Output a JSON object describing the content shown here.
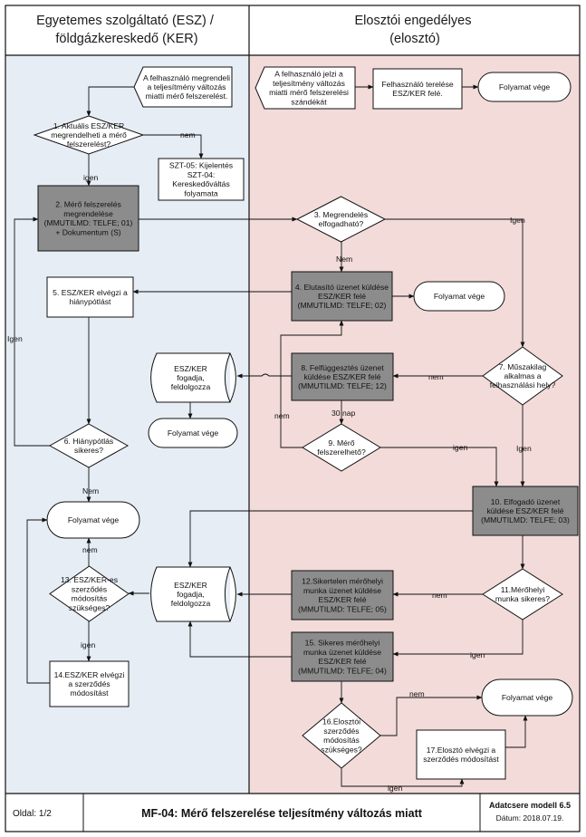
{
  "colors": {
    "lane_left": "#e6edf5",
    "lane_right": "#f2dbd9",
    "shaded_node": "#8c8c8c",
    "line": "#111111"
  },
  "header": {
    "left_title": [
      "Egyetemes szolgáltató (ESZ) /",
      "földgázkereskedő (KER)"
    ],
    "right_title": [
      "Elosztói engedélyes",
      "(elosztó)"
    ]
  },
  "nodes": [
    {
      "id": "start_left",
      "shape": "pentagon",
      "lines": [
        "A felhasználó megrendeli",
        "a teljesítmény változás",
        "miatti mérő felszerelést."
      ]
    },
    {
      "id": "start_right",
      "shape": "pentagon",
      "lines": [
        "A felhasználó jelzi a",
        "teljesítmény változás",
        "miatti mérő felszerelési",
        "szándékát"
      ]
    },
    {
      "id": "redirect",
      "shape": "rect",
      "lines": [
        "Felhasználó terelése",
        "ESZ/KER felé."
      ]
    },
    {
      "id": "end_top",
      "shape": "terminal",
      "lines": [
        "Folyamat vége"
      ]
    },
    {
      "id": "d1",
      "shape": "diamond",
      "lines": [
        "1. Aktuális ESZ/KER",
        "megrendelheti a mérő",
        "felszerelést?"
      ]
    },
    {
      "id": "szt",
      "shape": "rect",
      "lines": [
        "SZT-05: Kijelentés",
        "SZT-04:",
        "Kereskedőváltás",
        "folyamata"
      ]
    },
    {
      "id": "n2",
      "shape": "rect_shaded",
      "lines": [
        "2. Mérő felszerelés",
        "megrendelése",
        "(MMUTILMD: TELFE; 01)",
        "+ Dokumentum (S)"
      ]
    },
    {
      "id": "d3",
      "shape": "diamond",
      "lines": [
        "3. Megrendelés",
        "elfogadható?"
      ]
    },
    {
      "id": "n4",
      "shape": "rect_shaded",
      "lines": [
        "4. Elutasító üzenet küldése",
        "ESZ/KER felé",
        "(MMUTILMD: TELFE; 02)"
      ]
    },
    {
      "id": "end_4",
      "shape": "terminal",
      "lines": [
        "Folyamat vége"
      ]
    },
    {
      "id": "n5",
      "shape": "rect",
      "lines": [
        "5. ESZ/KER elvégzi a",
        "hiánypótlást"
      ]
    },
    {
      "id": "store1",
      "shape": "storage",
      "lines": [
        "ESZ/KER",
        "fogadja,",
        "feldolgozza"
      ]
    },
    {
      "id": "n8",
      "shape": "rect_shaded",
      "lines": [
        "8. Felfüggesztés üzenet",
        "küldése ESZ/KER felé",
        "(MMUTILMD: TELFE; 12)"
      ]
    },
    {
      "id": "d7",
      "shape": "diamond",
      "lines": [
        "7. Műszakilag",
        "alkalmas a",
        "felhasználási hely?"
      ]
    },
    {
      "id": "end_store1",
      "shape": "terminal",
      "lines": [
        "Folyamat vége"
      ]
    },
    {
      "id": "d6",
      "shape": "diamond",
      "lines": [
        "6. Hiánypótlás",
        "sikeres?"
      ]
    },
    {
      "id": "d9",
      "shape": "diamond",
      "lines": [
        "9. Mérő",
        "felszerelhető?"
      ]
    },
    {
      "id": "n10",
      "shape": "rect_shaded",
      "lines": [
        "10. Elfogadó üzenet",
        "küldése ESZ/KER felé",
        "(MMUTILMD: TELFE; 03)"
      ]
    },
    {
      "id": "end_left",
      "shape": "terminal",
      "lines": [
        "Folyamat vége"
      ]
    },
    {
      "id": "d13",
      "shape": "diamond",
      "lines": [
        "13. ESZ/KER-es",
        "szerződés",
        "módosítás",
        "szükséges?"
      ]
    },
    {
      "id": "store2",
      "shape": "storage",
      "lines": [
        "ESZ/KER",
        "fogadja,",
        "feldolgozza"
      ]
    },
    {
      "id": "n12",
      "shape": "rect_shaded",
      "lines": [
        "12.Sikertelen mérőhelyi",
        "munka üzenet küldése",
        "ESZ/KER felé",
        "(MMUTILMD: TELFE; 05)"
      ]
    },
    {
      "id": "d11",
      "shape": "diamond",
      "lines": [
        "11.Mérőhelyi",
        "munka sikeres?"
      ]
    },
    {
      "id": "n15",
      "shape": "rect_shaded",
      "lines": [
        "15. Sikeres mérőhelyi",
        "munka üzenet küldése",
        "ESZ/KER felé",
        "(MMUTILMD: TELFE; 04)"
      ]
    },
    {
      "id": "n14",
      "shape": "rect",
      "lines": [
        "14.ESZ/KER elvégzi",
        "a szerződés",
        "módosítást"
      ]
    },
    {
      "id": "d16",
      "shape": "diamond",
      "lines": [
        "16.Elosztói",
        "szerződés",
        "módosítás",
        "szükséges?"
      ]
    },
    {
      "id": "end_right",
      "shape": "terminal",
      "lines": [
        "Folyamat vége"
      ]
    },
    {
      "id": "n17",
      "shape": "rect",
      "lines": [
        "17.Elosztó elvégzi a",
        "szerződés módosítást"
      ]
    }
  ],
  "edge_labels": [
    {
      "id": "lbl_d1_nem",
      "text": "nem"
    },
    {
      "id": "lbl_d1_igen",
      "text": "igen"
    },
    {
      "id": "lbl_d3_igen",
      "text": "Igen"
    },
    {
      "id": "lbl_d3_nem",
      "text": "Nem"
    },
    {
      "id": "lbl_d6_igen",
      "text": "Igen"
    },
    {
      "id": "lbl_d7_nem",
      "text": "nem"
    },
    {
      "id": "lbl_30nap",
      "text": "30 nap"
    },
    {
      "id": "lbl_d9_nem",
      "text": "nem"
    },
    {
      "id": "lbl_d9_igen",
      "text": "igen"
    },
    {
      "id": "lbl_d7_igen",
      "text": "Igen"
    },
    {
      "id": "lbl_d6_nem",
      "text": "Nem"
    },
    {
      "id": "lbl_d13_nem",
      "text": "nem"
    },
    {
      "id": "lbl_d11_nem",
      "text": "nem"
    },
    {
      "id": "lbl_d13_igen",
      "text": "igen"
    },
    {
      "id": "lbl_d11_igen",
      "text": "igen"
    },
    {
      "id": "lbl_d16_nem",
      "text": "nem"
    },
    {
      "id": "lbl_d16_igen",
      "text": "igen"
    }
  ],
  "footer": {
    "page": "Oldal: 1/2",
    "title": "MF-04: Mérő felszerelése teljesítmény változás miatt",
    "model": "Adatcsere modell 6.5",
    "date": "Dátum: 2018.07.19."
  }
}
